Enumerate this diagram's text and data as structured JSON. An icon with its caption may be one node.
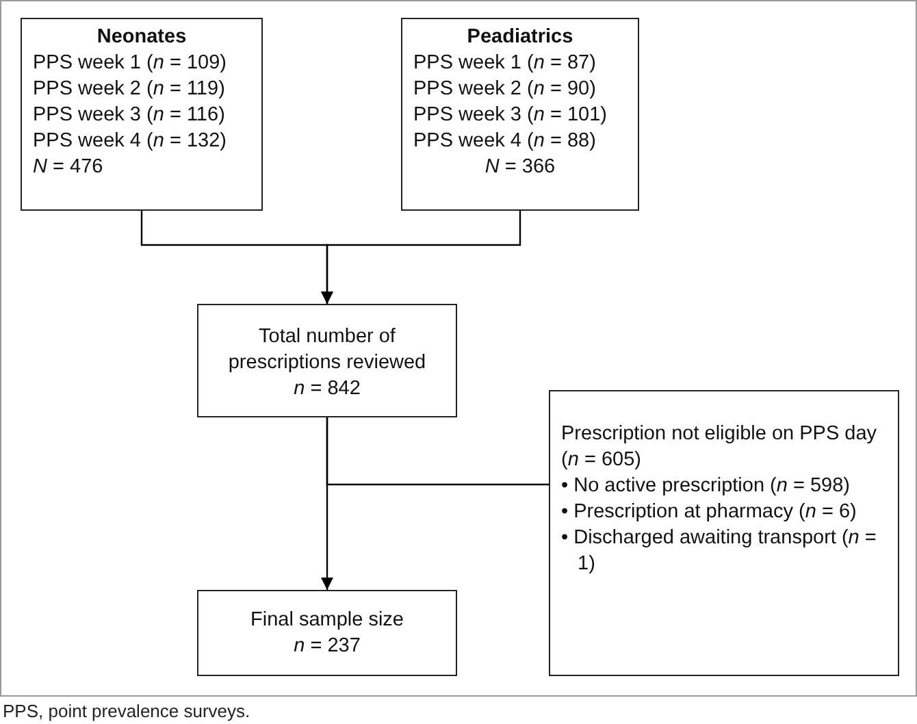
{
  "diagram": {
    "caption": "PPS, point prevalence surveys.",
    "nodes": [
      {
        "text": [
          "Neonates",
          "PPS week 1 (*n* = 109)",
          "PPS week 2 (*n* = 119)",
          "PPS week 3 (*n* = 116)",
          "PPS week 4 (*n* = 132)",
          "*N* = 476"
        ]
      },
      {
        "text": [
          "Peadiatrics",
          "PPS week 1 (*n* = 87)",
          "PPS week 2 (*n* = 90)",
          "PPS week 3 (*n* = 101)",
          "PPS week 4 (*n* = 88)",
          "*N* = 366"
        ]
      },
      {
        "text": [
          "Total number of prescriptions reviewed",
          "*n* = 842"
        ]
      },
      {
        "text": [
          "Final sample size",
          "*n* = 237"
        ]
      },
      {
        "text": [
          "Prescription not eligible on PPS day (*n* = 605)",
          "• No active prescription (*n* = 598)",
          "• Prescription at pharmacy (*n* = 6)",
          "• Discharged awaiting transport (*n* = 1)"
        ]
      }
    ],
    "edges": [
      {
        "from": 0,
        "to": 2,
        "arrow": "to"
      },
      {
        "from": 1,
        "to": 2,
        "arrow": "to"
      },
      {
        "from": 2,
        "to": 3,
        "arrow": "to"
      },
      {
        "from": 2,
        "to": 4,
        "arrow": "none"
      }
    ]
  }
}
